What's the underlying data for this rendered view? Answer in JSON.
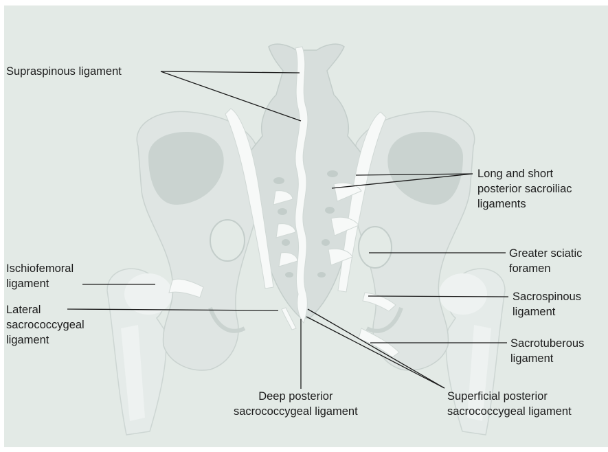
{
  "colors": {
    "background": "#e3eae6",
    "bone": "#dfe5e3",
    "bone_light": "#eef2f1",
    "shadow": "#c3cdca",
    "ligament": "#f7f9f8",
    "leader_line": "#1b1b1b"
  },
  "labels": {
    "supraspinous": [
      "Supraspinous ligament"
    ],
    "long_short": [
      "Long and short",
      "posterior sacroiliac",
      "ligaments"
    ],
    "greater_sciatic": [
      "Greater sciatic",
      "foramen"
    ],
    "ischiofemoral": [
      "Ischiofemoral",
      "ligament"
    ],
    "lateral_sacrococcygeal": [
      "Lateral",
      "sacrococcygeal",
      "ligament"
    ],
    "sacrospinous": [
      "Sacrospinous",
      "ligament"
    ],
    "sacrotuberous": [
      "Sacrotuberous",
      "ligament"
    ],
    "deep_posterior": [
      "Deep posterior",
      "sacrococcygeal ligament"
    ],
    "superficial_posterior": [
      "Superficial posterior",
      "sacrococcygeal ligament"
    ]
  }
}
